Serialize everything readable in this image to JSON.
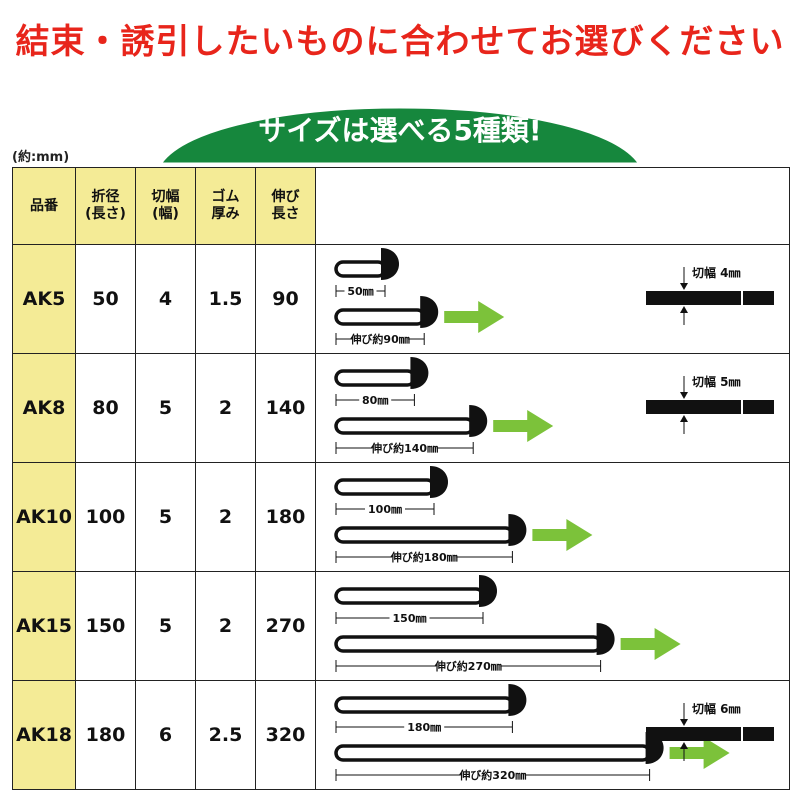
{
  "headline": "結束・誘引したいものに合わせてお選びください",
  "arch_text": "サイズは選べる5種類!",
  "unit_note": "(約:mm)",
  "colors": {
    "red": "#e8251b",
    "green": "#16873d",
    "yellow": "#f4eb96",
    "arrow": "#7cc23a"
  },
  "table": {
    "headers": [
      "品番",
      "折径\n(長さ)",
      "切幅\n(幅)",
      "ゴム\n厚み",
      "伸び\n長さ"
    ],
    "rows": [
      {
        "model": "AK5",
        "fold": "50",
        "width": "4",
        "thickness": "1.5",
        "stretch": "90",
        "fold_label": "50㎜",
        "stretch_label": "伸び約90㎜",
        "width_label": "切幅 4㎜",
        "fold_value": 50,
        "stretch_value": 90
      },
      {
        "model": "AK8",
        "fold": "80",
        "width": "5",
        "thickness": "2",
        "stretch": "140",
        "fold_label": "80㎜",
        "stretch_label": "伸び約140㎜",
        "width_label": "切幅 5㎜",
        "fold_value": 80,
        "stretch_value": 140
      },
      {
        "model": "AK10",
        "fold": "100",
        "width": "5",
        "thickness": "2",
        "stretch": "180",
        "fold_label": "100㎜",
        "stretch_label": "伸び約180㎜",
        "width_label": "",
        "fold_value": 100,
        "stretch_value": 180
      },
      {
        "model": "AK15",
        "fold": "150",
        "width": "5",
        "thickness": "2",
        "stretch": "270",
        "fold_label": "150㎜",
        "stretch_label": "伸び約270㎜",
        "width_label": "",
        "fold_value": 150,
        "stretch_value": 270
      },
      {
        "model": "AK18",
        "fold": "180",
        "width": "6",
        "thickness": "2.5",
        "stretch": "320",
        "fold_label": "180㎜",
        "stretch_label": "伸び約320㎜",
        "width_label": "切幅 6㎜",
        "fold_value": 180,
        "stretch_value": 320
      }
    ]
  }
}
